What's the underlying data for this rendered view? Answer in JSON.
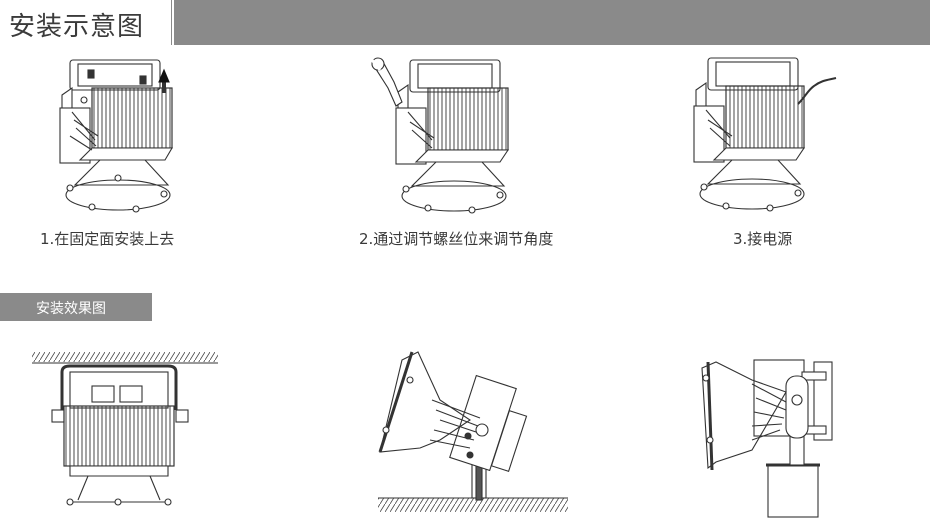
{
  "header": {
    "title": "安装示意图"
  },
  "steps": [
    {
      "caption": "1.在固定面安装上去"
    },
    {
      "caption": "2.通过调节螺丝位来调节角度"
    },
    {
      "caption": "3.接电源"
    }
  ],
  "effects_section": {
    "title": "安装效果图"
  },
  "colors": {
    "header_gray": "#8a8a8a",
    "line": "#333333",
    "text": "#3a3a3a"
  }
}
